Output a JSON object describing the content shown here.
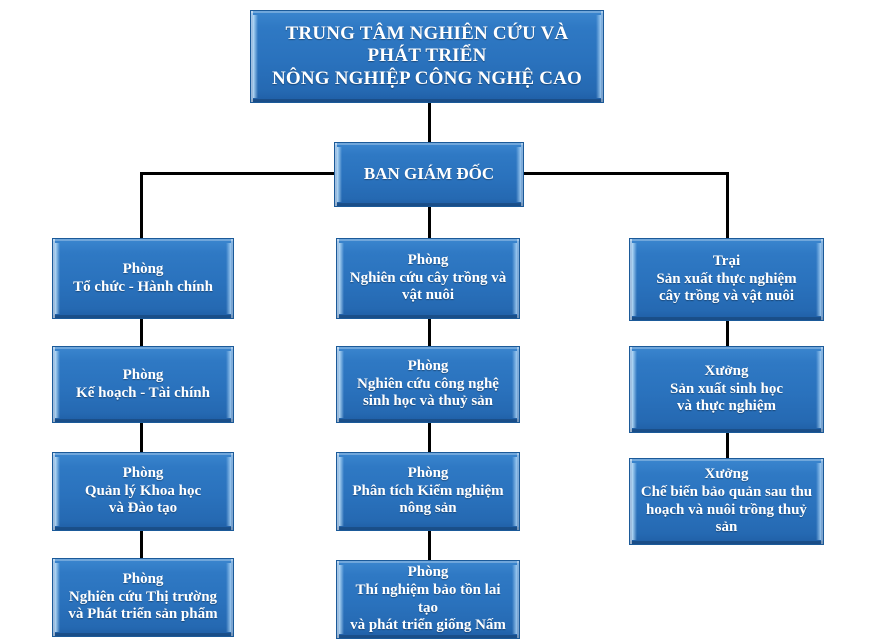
{
  "chart": {
    "type": "org-chart",
    "title": "TRUNG TÂM NGHIÊN CỨU VÀ PHÁT TRIỂN NÔNG NGHIỆP CÔNG NGHỆ CAO",
    "background_color": "#ffffff",
    "box_fill_color": "#2f79c4",
    "box_border_color": "#1f5ea5",
    "box_text_color": "#ffffff",
    "connector_color": "#000000"
  },
  "nodes": {
    "root": {
      "label": "TRUNG TÂM NGHIÊN CỨU VÀ PHÁT TRIỂN\nNÔNG NGHIỆP CÔNG NGHỆ CAO"
    },
    "director": {
      "label": "BAN GIÁM ĐỐC"
    },
    "left": [
      {
        "label": "Phòng\nTổ chức - Hành chính"
      },
      {
        "label": "Phòng\nKế hoạch - Tài chính"
      },
      {
        "label": "Phòng\nQuản lý Khoa học\nvà Đào tạo"
      },
      {
        "label": "Phòng\nNghiên cứu Thị trường\nvà Phát triển sản phẩm"
      }
    ],
    "center": [
      {
        "label": "Phòng\nNghiên cứu cây trồng và\nvật nuôi"
      },
      {
        "label": "Phòng\nNghiên cứu công nghệ\nsinh học và thuỷ sản"
      },
      {
        "label": "Phòng\nPhân tích Kiểm nghiệm\nnông sản"
      },
      {
        "label": "Phòng\nThí nghiệm bảo tồn lai tạo\nvà phát triển giống Nấm"
      }
    ],
    "right": [
      {
        "label": "Trại\nSản xuất thực nghiệm\ncây trồng và vật nuôi"
      },
      {
        "label": "Xưởng\nSản xuất sinh học\nvà thực nghiệm"
      },
      {
        "label": "Xưởng\nChế biến bảo quản sau thu\nhoạch và nuôi trồng thuỷ\nsản"
      }
    ]
  }
}
